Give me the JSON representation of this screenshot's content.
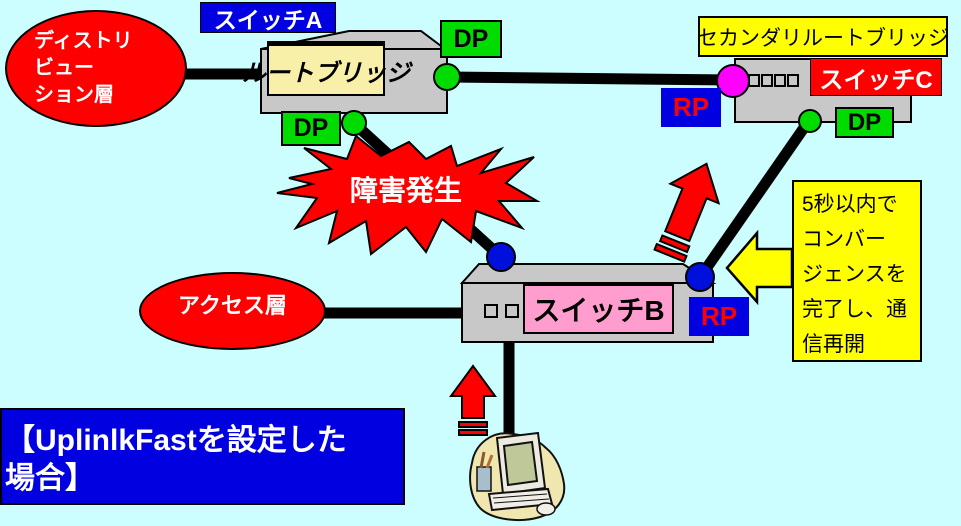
{
  "diagram": {
    "caption": {
      "lines": [
        "【UplinlkFastを設定した",
        "場合】"
      ]
    },
    "layers": {
      "distribution": {
        "lines": [
          "ディストリ",
          "ビュー",
          "ション層"
        ]
      },
      "access": {
        "label": "アクセス層"
      }
    },
    "devices": {
      "switch_a": {
        "name_label": "スイッチA",
        "role_label": "ルートブリッジ"
      },
      "switch_b": {
        "name_label": "スイッチB"
      },
      "switch_c": {
        "name_label": "スイッチC",
        "role_label": "セカンダリルートブリッジ"
      }
    },
    "ports": {
      "designated": "DP",
      "root": "RP"
    },
    "events": {
      "failure": "障害発生"
    },
    "notes": {
      "convergence": {
        "lines": [
          "5秒以内で",
          "コンバー",
          "ジェンスを",
          "完了し、通",
          "信再開"
        ]
      }
    },
    "colors": {
      "background": "#CCFEFF",
      "red": "#FF0000",
      "blue": "#0000E0",
      "green": "#00DC00",
      "yellow": "#FFFF00",
      "magenta": "#FF00FF",
      "pink": "#FF9DCE",
      "cream": "#F8EFA8",
      "switch_gray": "#C8C8C8"
    }
  }
}
